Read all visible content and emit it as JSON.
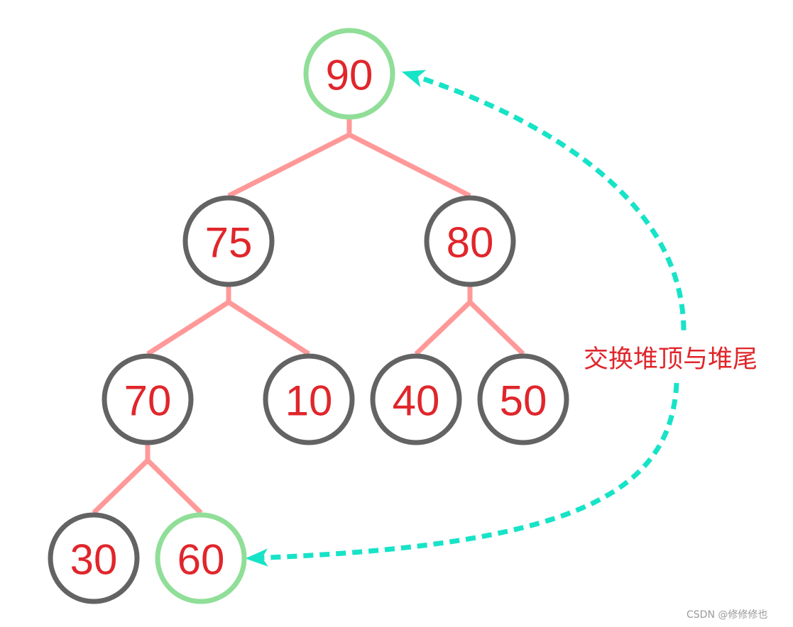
{
  "colors": {
    "edge": "#ff9999",
    "node_border_default": "#636363",
    "node_border_highlight": "#90de98",
    "node_text": "#e0262b",
    "swap_arrow": "#17e3c7",
    "caption_text": "#e0262b",
    "watermark_text": "#9a9a9a"
  },
  "tree": {
    "nodes": [
      {
        "id": "n90",
        "value": "90",
        "highlight": true
      },
      {
        "id": "n75",
        "value": "75",
        "highlight": false
      },
      {
        "id": "n80",
        "value": "80",
        "highlight": false
      },
      {
        "id": "n70",
        "value": "70",
        "highlight": false
      },
      {
        "id": "n10",
        "value": "10",
        "highlight": false
      },
      {
        "id": "n40",
        "value": "40",
        "highlight": false
      },
      {
        "id": "n50",
        "value": "50",
        "highlight": false
      },
      {
        "id": "n30",
        "value": "30",
        "highlight": false
      },
      {
        "id": "n60",
        "value": "60",
        "highlight": true
      }
    ],
    "edges": [
      {
        "from": "n90",
        "to": [
          "n75",
          "n80"
        ]
      },
      {
        "from": "n75",
        "to": [
          "n70",
          "n10"
        ]
      },
      {
        "from": "n80",
        "to": [
          "n40",
          "n50"
        ]
      },
      {
        "from": "n70",
        "to": [
          "n30",
          "n60"
        ]
      }
    ]
  },
  "swap_annotation": {
    "label": "交换堆顶与堆尾",
    "from": "n60",
    "to": "n90",
    "bidirectional": true,
    "style": "dashed"
  },
  "watermark": "CSDN @修修修也"
}
